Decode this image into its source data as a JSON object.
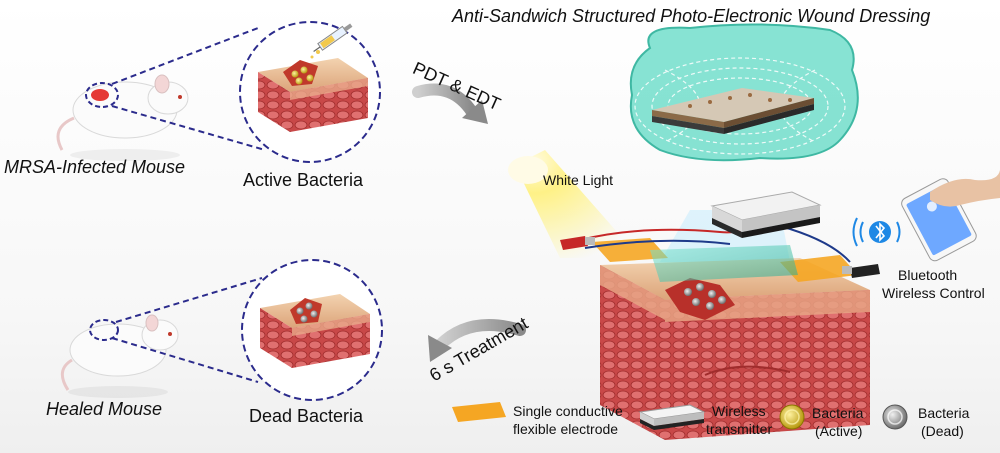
{
  "title": "Anti-Sandwich Structured Photo-Electronic Wound Dressing",
  "left_panel": {
    "infected_mouse_label": "MRSA-Infected Mouse",
    "active_bacteria_label": "Active Bacteria",
    "healed_mouse_label": "Healed Mouse",
    "dead_bacteria_label": "Dead Bacteria"
  },
  "arrows": {
    "top_label": "PDT & EDT",
    "bottom_label": "6 s Treatment"
  },
  "device": {
    "light_label": "White Light",
    "bluetooth_label_line1": "Bluetooth",
    "bluetooth_label_line2": "Wireless Control",
    "bluetooth_symbol": "bluetooth-icon"
  },
  "legend": {
    "electrode_line1": "Single conductive",
    "electrode_line2": "flexible electrode",
    "transmitter_line1": "Wireless",
    "transmitter_line2": "transmitter",
    "active_line1": "Bacteria",
    "active_line2": "(Active)",
    "dead_line1": "Bacteria",
    "dead_line2": "(Dead)"
  },
  "colors": {
    "dashed_circle": "#2b2b8c",
    "skin_top": "#e8b98f",
    "tissue": "#c94a4a",
    "wound": "#c0392b",
    "bacteria_active": "#d4b21a",
    "bacteria_dead": "#9a9a9a",
    "electrode": "#f5a623",
    "dressing": "#40c9b0",
    "light": "#fff27a"
  }
}
